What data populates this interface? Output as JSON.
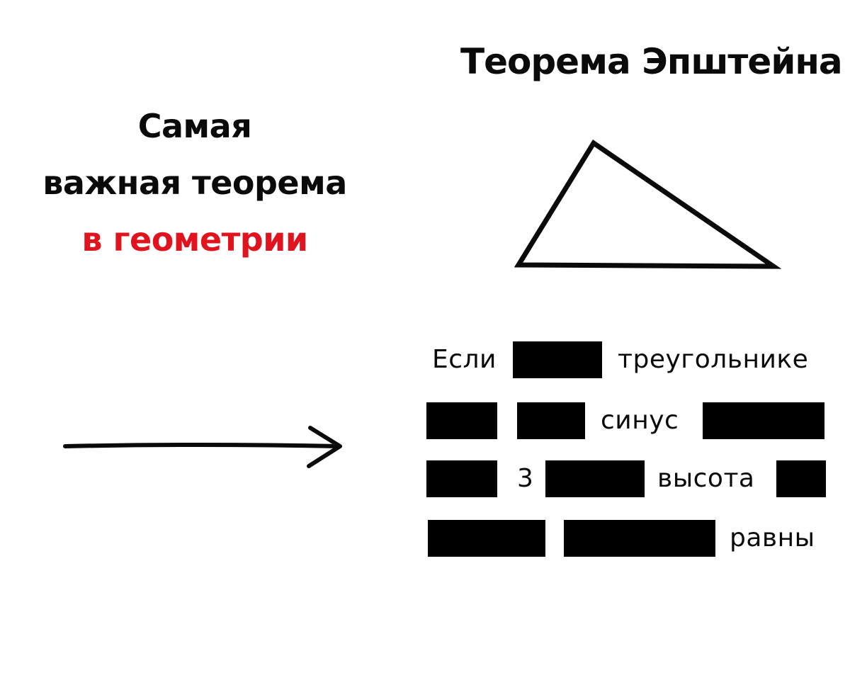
{
  "title": "Теорема Эпштейна",
  "headline": {
    "line1": "Самая",
    "line2": "важная теорема",
    "line3": "в геометрии"
  },
  "statement": {
    "word_1": "Если",
    "word_2": "треугольнике",
    "word_3": "синус",
    "word_4": "3",
    "word_5": "высота",
    "word_6": "равны"
  },
  "colors": {
    "text": "#0a0a0a",
    "accent": "#e0141e",
    "redaction": "#000000",
    "background": "#ffffff"
  },
  "icons": {
    "shape": "triangle-outline",
    "pointer": "right-arrow"
  }
}
